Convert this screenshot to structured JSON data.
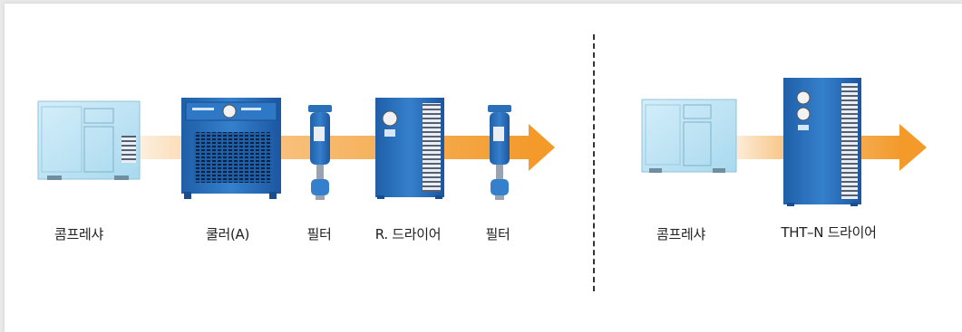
{
  "left_flow": {
    "items": [
      {
        "label": "콤프레샤",
        "icon": "air-compressor"
      },
      {
        "label": "쿨러(A)",
        "icon": "air-cooler"
      },
      {
        "label": "필터",
        "icon": "inline-filter"
      },
      {
        "label": "R. 드라이어",
        "icon": "refrigerated-dryer"
      },
      {
        "label": "필터",
        "icon": "inline-filter"
      }
    ]
  },
  "right_flow": {
    "items": [
      {
        "label": "콤프레샤",
        "icon": "air-compressor"
      },
      {
        "label": "THT–N 드라이어",
        "icon": "tht-n-dryer"
      }
    ]
  },
  "colors": {
    "arrow": "#f39a2a",
    "arrow_light": "#fde3c3",
    "compressor": "#bfe3f3",
    "equipment_blue": "#2a6fb8"
  }
}
